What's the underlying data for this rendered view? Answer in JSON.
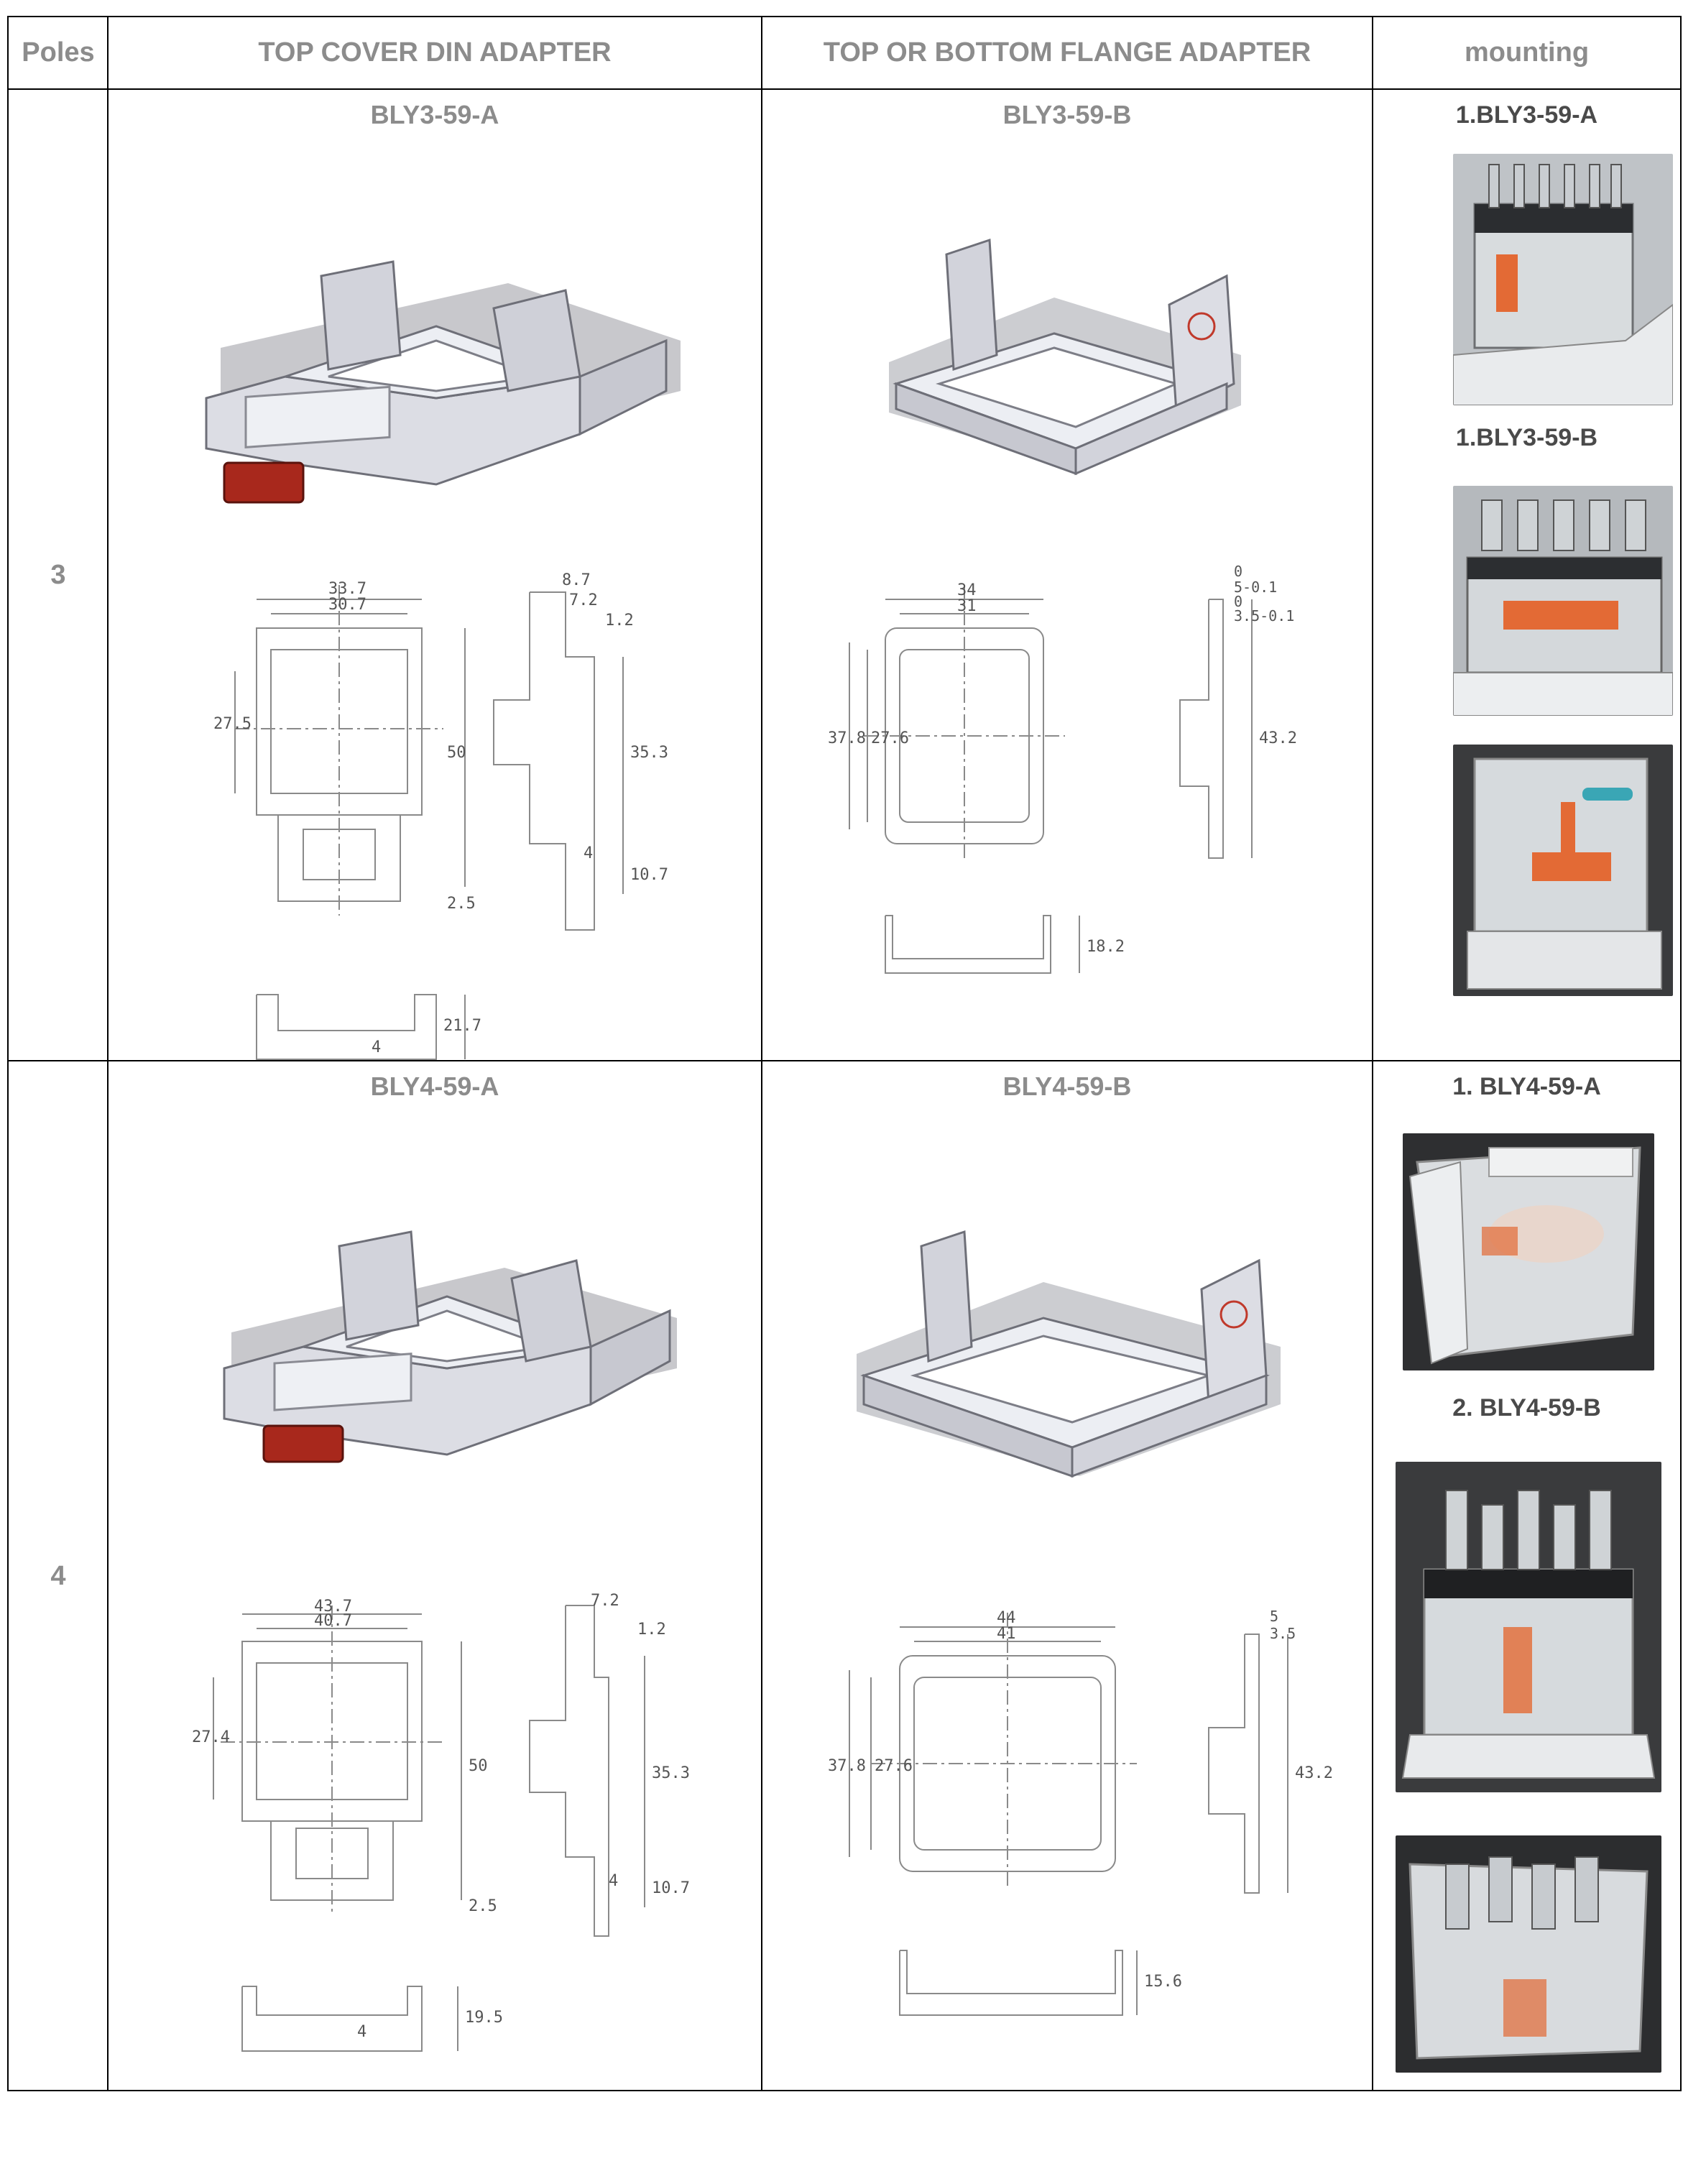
{
  "table": {
    "headers": [
      "Poles",
      "TOP COVER DIN ADAPTER",
      "TOP OR BOTTOM FLANGE ADAPTER",
      "mounting"
    ],
    "rows": [
      {
        "poles": "3",
        "din_model": "BLY3-59-A",
        "flange_model": "BLY3-59-B",
        "mounting_labels": [
          "1.BLY3-59-A",
          "1.BLY3-59-B"
        ],
        "din_dims": {
          "w_outer": "33.7",
          "w_inner": "30.7",
          "side_1": "8.7",
          "side_2": "7.2",
          "side_3": "1.2",
          "h_left": "27.5",
          "h_total": "50",
          "h_side": "35.3",
          "h_low": "10.7",
          "tab": "4",
          "gap": "2.5",
          "depth": "21.7",
          "foot": "4"
        },
        "flange_dims": {
          "w_outer": "34",
          "w_inner": "31",
          "tol_1": "0",
          "tol_2": "5-0.1",
          "tol_3": "0",
          "tol_4": "3.5-0.1",
          "h_outer": "37.8",
          "h_inner": "27.6",
          "h_side": "43.2",
          "depth": "18.2"
        }
      },
      {
        "poles": "4",
        "din_model": "BLY4-59-A",
        "flange_model": "BLY4-59-B",
        "mounting_labels": [
          "1. BLY4-59-A",
          "2. BLY4-59-B"
        ],
        "din_dims": {
          "w_outer": "43.7",
          "w_inner": "40.7",
          "side_2": "7.2",
          "side_3": "1.2",
          "h_left": "27.4",
          "h_total": "50",
          "h_side": "35.3",
          "h_low": "10.7",
          "tab": "4",
          "gap": "2.5",
          "depth": "19.5",
          "foot": "4"
        },
        "flange_dims": {
          "w_outer": "44",
          "w_inner": "41",
          "tol_2": "5",
          "tol_4": "3.5",
          "h_outer": "37.8",
          "h_inner": "27.6",
          "h_side": "43.2",
          "depth": "15.6"
        }
      }
    ]
  },
  "colors": {
    "border": "#000000",
    "header_text": "#8c8c8c",
    "drawing": "#8a8a8a",
    "part_grey": "#dcdde4",
    "latch_red": "#a8281c"
  }
}
